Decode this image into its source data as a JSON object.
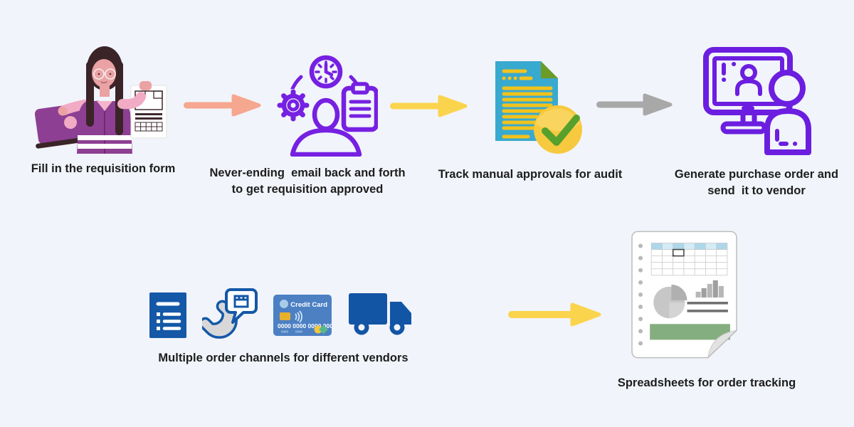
{
  "page": {
    "background_color": "#f1f4fa",
    "text_color": "#1d1d1d"
  },
  "top_flow": {
    "step1": {
      "icon": "woman-filling-form-illustration",
      "caption": "Fill in the requisition form"
    },
    "arrow1": {
      "icon": "arrow-right",
      "color": "#f6a78f"
    },
    "step2": {
      "icon": "person-multitask-icon",
      "caption": "Never-ending  email back and forth\nto get requisition approved"
    },
    "arrow2": {
      "icon": "arrow-right",
      "color": "#fbd44e"
    },
    "step3": {
      "icon": "approved-document-icon",
      "caption": "Track manual approvals for audit"
    },
    "arrow3": {
      "icon": "arrow-right",
      "color": "#a8a8a8"
    },
    "step4": {
      "icon": "computer-vendor-icon",
      "caption": "Generate purchase order and\nsend  it to vendor"
    }
  },
  "bottom_flow": {
    "channels": {
      "caption": "Multiple order channels for different vendors",
      "icons": [
        "order-list-icon",
        "phone-order-icon",
        "credit-card-icon",
        "delivery-truck-icon"
      ]
    },
    "credit_card": {
      "label": "Credit Card",
      "number": "0000 0000 0000 0000",
      "small_left": "0000",
      "small_right": "0000"
    },
    "arrow": {
      "icon": "arrow-right",
      "color": "#fbd44e"
    },
    "spreadsheet": {
      "icon": "spreadsheet-page-illustration",
      "caption": "Spreadsheets for order tracking"
    }
  },
  "colors": {
    "purple_outline": "#7620e2",
    "salmon_arrow": "#f6a78f",
    "yellow_arrow": "#fbd44e",
    "gray_arrow": "#a8a8a8",
    "teal_document": "#38a9cf",
    "document_lines_yellow": "#f2c21d",
    "fold_green": "#6d9b27",
    "check_circle_yellow": "#f6c93f",
    "check_green": "#57a02c",
    "channel_blue": "#1458a7",
    "card_blue": "#4c80c3",
    "vest_purple": "#8d3f93",
    "shirt_pink": "#f2abc4",
    "skin": "#eaa2a4",
    "hair": "#3a2428",
    "spreadsheet_green": "#85ae80"
  }
}
